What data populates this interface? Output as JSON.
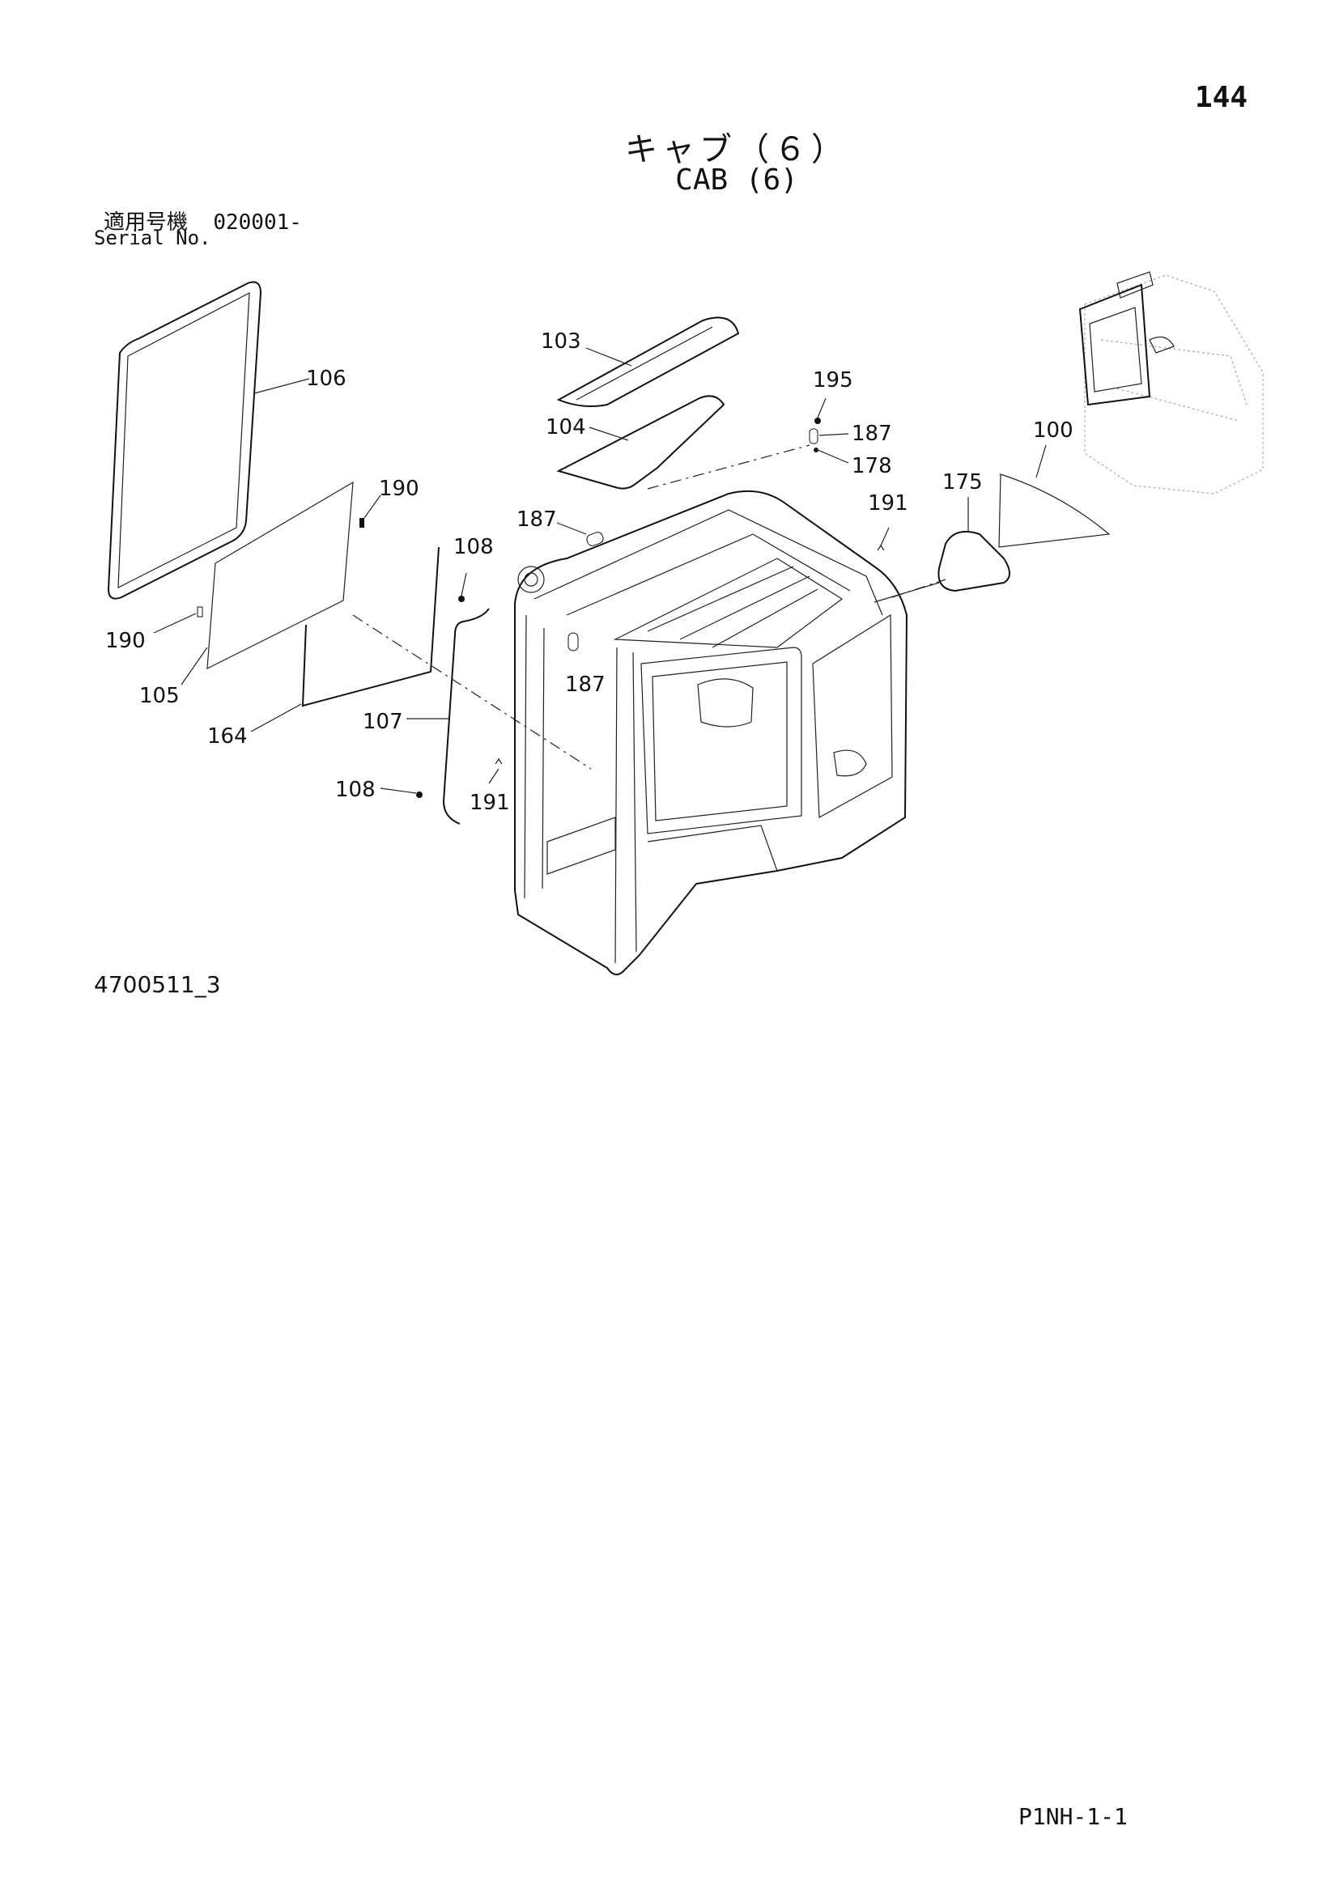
{
  "page_number": "144",
  "title_jp": "キャブ（６）",
  "title_en": "CAB (6)",
  "serial_label_jp": "適用号機",
  "serial_value": "020001-",
  "serial_label_en": "Serial No.",
  "drawing_number": "4700511_3",
  "footer_code": "P1NH-1-1",
  "callouts": {
    "c100": "100",
    "c103": "103",
    "c104": "104",
    "c105": "105",
    "c106": "106",
    "c107": "107",
    "c108a": "108",
    "c108b": "108",
    "c164": "164",
    "c175": "175",
    "c178": "178",
    "c187a": "187",
    "c187b": "187",
    "c187c": "187",
    "c190a": "190",
    "c190b": "190",
    "c191a": "191",
    "c191b": "191",
    "c195": "195"
  }
}
